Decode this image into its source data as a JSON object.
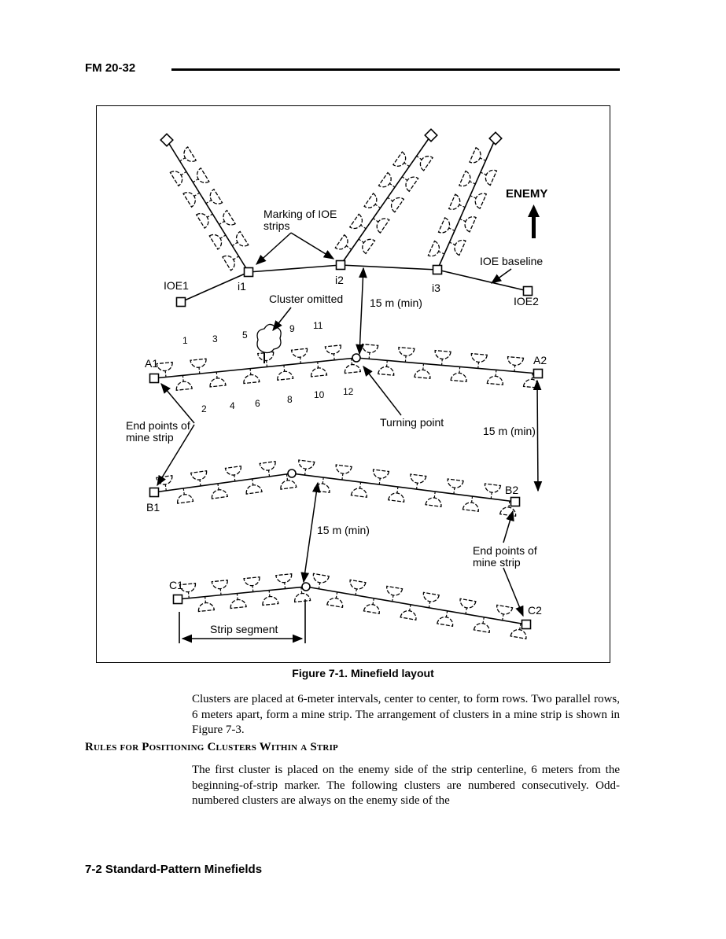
{
  "header": {
    "manual_id": "FM 20-32"
  },
  "figure": {
    "caption": "Figure 7-1. Minefield layout",
    "labels": {
      "enemy": "ENEMY",
      "marking_ioe": "Marking of IOE",
      "strips": "strips",
      "ioe_baseline": "IOE baseline",
      "ioe1": "IOE1",
      "ioe2": "IOE2",
      "i1": "i1",
      "i2": "i2",
      "i3": "i3",
      "cluster_omitted": "Cluster omitted",
      "min_15_a": "15 m (min)",
      "min_15_b": "15 m (min)",
      "min_15_c": "15 m (min)",
      "a1": "A1",
      "a2": "A2",
      "b1": "B1",
      "b2": "B2",
      "c1": "C1",
      "c2": "C2",
      "end_points_1": "End points of",
      "mine_strip_1": "mine strip",
      "end_points_2": "End points of",
      "mine_strip_2": "mine strip",
      "turning_point": "Turning point",
      "strip_segment": "Strip segment",
      "cluster_numbers": [
        "1",
        "2",
        "3",
        "4",
        "5",
        "6",
        "8",
        "9",
        "10",
        "11",
        "12"
      ]
    }
  },
  "paragraph_1": "Clusters are placed at 6-meter intervals, center to center, to form rows. Two parallel rows, 6 meters apart, form a mine strip. The arrangement of clusters in a mine strip is shown in Figure 7-3.",
  "section_heading": "Rules for Positioning Clusters Within a Strip",
  "paragraph_2": "The first cluster is placed on the enemy side of the strip centerline, 6 meters from the beginning-of-strip marker. The following clusters are numbered consecutively. Odd-numbered clusters are always on the enemy side of the",
  "footer": {
    "page_ref": "7-2 Standard-Pattern Minefields"
  }
}
